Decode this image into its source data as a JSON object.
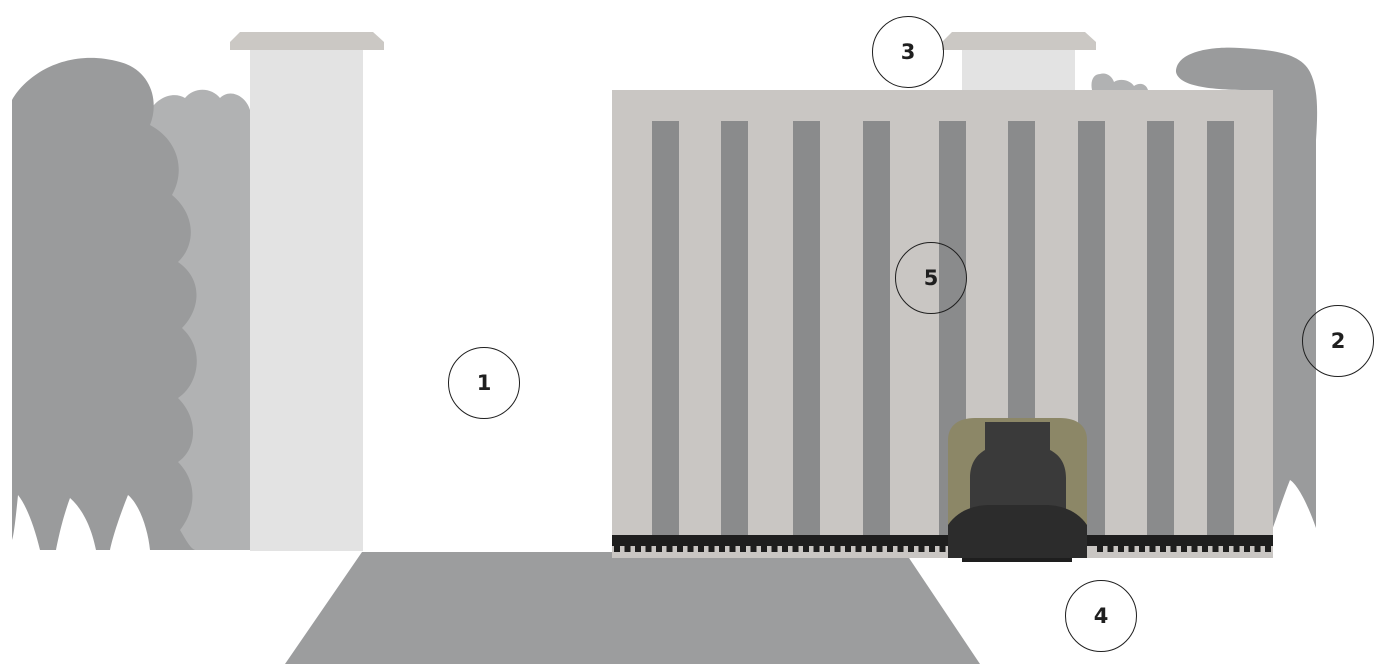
{
  "colors": {
    "background": "#ffffff",
    "hedge_dark": "#9a9b9c",
    "hedge_light": "#b1b2b3",
    "pillar": "#e3e3e3",
    "pillar_cap": "#cbc8c4",
    "gate_panel": "#c9c6c3",
    "gate_bars": "#8a8b8c",
    "gate_rack": "#1e1e1e",
    "driveway": "#9c9d9e",
    "motor_body": "#3a3a3a",
    "motor_trim": "#8c8767",
    "callout_stroke": "#1f1f1f"
  },
  "callouts": [
    {
      "label": "1"
    },
    {
      "label": "2"
    },
    {
      "label": "3"
    },
    {
      "label": "4"
    },
    {
      "label": "5"
    }
  ]
}
